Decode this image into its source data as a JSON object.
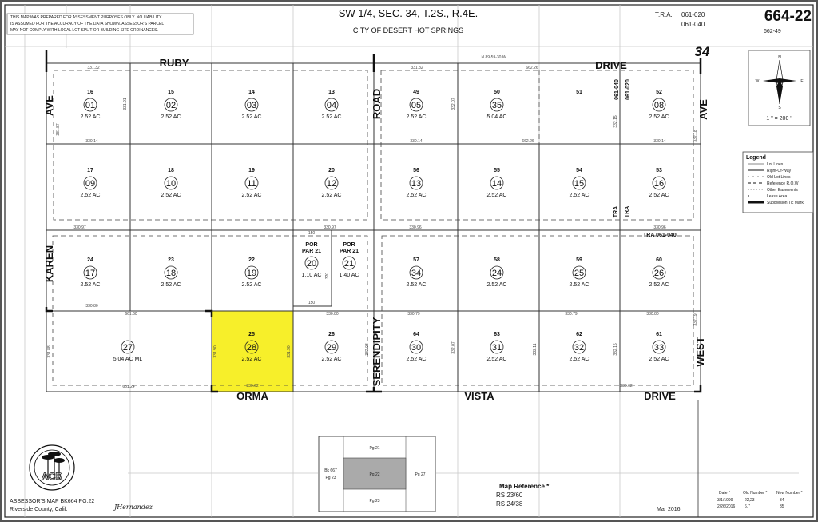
{
  "disclaimer": [
    "THIS MAP WAS PREPARED FOR ASSESSMENT PURPOSES ONLY.  NO LIABILITY",
    "IS ASSUMED FOR THE ACCURACY OF THE DATA SHOWN. ASSESSOR'S PARCEL",
    "MAY NOT COMPLY WITH LOCAL LOT-SPLIT OR BUILDING SITE ORDINANCES."
  ],
  "header": {
    "title": "SW 1/4, SEC. 34, T.2S., R.4E.",
    "city": "CITY OF DESERT HOT SPRINGS",
    "tra_label": "T.R.A.",
    "tra_1": "061-020",
    "tra_2": "061-040",
    "map_number": "664-22",
    "ref_page": "662-49",
    "section": "34"
  },
  "compass": {
    "n": "N",
    "s": "S",
    "e": "E",
    "w": "W",
    "scale": "1 \" = 200 '"
  },
  "streets": {
    "ruby": "RUBY",
    "drive_top": "DRIVE",
    "road": "ROAD",
    "ave_left": "AVE",
    "ave_right": "AVE",
    "karen": "KAREN",
    "serendipity": "SERENDIPITY",
    "west": "WEST",
    "orma": "ORMA",
    "vista": "VISTA",
    "drive_bottom": "DRIVE"
  },
  "tra_labels": {
    "tra_a": "061-040",
    "tra_b": "061-020",
    "tra_c": "TRA",
    "tra_d": "TRA",
    "tra_e": "TRA  061-040"
  },
  "parcels": [
    {
      "lot": "16",
      "parcel": "01",
      "area": "2.52 AC"
    },
    {
      "lot": "15",
      "parcel": "02",
      "area": "2.52 AC"
    },
    {
      "lot": "14",
      "parcel": "03",
      "area": "2.52 AC"
    },
    {
      "lot": "13",
      "parcel": "04",
      "area": "2.52 AC"
    },
    {
      "lot": "49",
      "parcel": "05",
      "area": "2.52 AC"
    },
    {
      "lot": "50",
      "parcel": "35",
      "area": "5.04 AC"
    },
    {
      "lot": "51",
      "parcel": "",
      "area": ""
    },
    {
      "lot": "52",
      "parcel": "08",
      "area": "2.52 AC"
    },
    {
      "lot": "17",
      "parcel": "09",
      "area": "2.52 AC"
    },
    {
      "lot": "18",
      "parcel": "10",
      "area": "2.52 AC"
    },
    {
      "lot": "19",
      "parcel": "11",
      "area": "2.52 AC"
    },
    {
      "lot": "20",
      "parcel": "12",
      "area": "2.52 AC"
    },
    {
      "lot": "56",
      "parcel": "13",
      "area": "2.52 AC"
    },
    {
      "lot": "55",
      "parcel": "14",
      "area": "2.52 AC"
    },
    {
      "lot": "54",
      "parcel": "15",
      "area": "2.52 AC"
    },
    {
      "lot": "53",
      "parcel": "16",
      "area": "2.52 AC"
    },
    {
      "lot": "24",
      "parcel": "17",
      "area": "2.52 AC"
    },
    {
      "lot": "23",
      "parcel": "18",
      "area": "2.52 AC"
    },
    {
      "lot": "22",
      "parcel": "19",
      "area": "2.52 AC"
    },
    {
      "lot": "POR PAR 21",
      "parcel": "20",
      "area": "1.10 AC"
    },
    {
      "lot": "POR PAR 21",
      "parcel": "21",
      "area": "1.40 AC"
    },
    {
      "lot": "57",
      "parcel": "34",
      "area": "2.52 AC"
    },
    {
      "lot": "58",
      "parcel": "24",
      "area": "2.52 AC"
    },
    {
      "lot": "59",
      "parcel": "25",
      "area": "2.52 AC"
    },
    {
      "lot": "60",
      "parcel": "26",
      "area": "2.52 AC"
    },
    {
      "lot": "",
      "parcel": "27",
      "area": "5.04 AC ML"
    },
    {
      "lot": "25",
      "parcel": "28",
      "area": "2.52 AC",
      "highlighted": true
    },
    {
      "lot": "26",
      "parcel": "29",
      "area": "2.52 AC"
    },
    {
      "lot": "64",
      "parcel": "30",
      "area": "2.52 AC"
    },
    {
      "lot": "63",
      "parcel": "31",
      "area": "2.52 AC"
    },
    {
      "lot": "62",
      "parcel": "32",
      "area": "2.52 AC"
    },
    {
      "lot": "61",
      "parcel": "33",
      "area": "2.52 AC"
    }
  ],
  "highlight_color": "#f7ef2a",
  "dimensions": [
    "331.32",
    "331.32",
    "N 89-59-30 W",
    "662.26",
    "330.14",
    "330.14",
    "662.26",
    "330.14",
    "330.97",
    "330.97",
    "330.96",
    "330.96",
    "330.80",
    "661.60",
    "330.80",
    "330.79",
    "330.79",
    "330.80",
    "661.24",
    "330.62",
    "330.62",
    "150",
    "150",
    "320",
    "331.91",
    "331.87",
    "331.88",
    "332.07",
    "332.15",
    "332.11",
    "332.07",
    "332.15",
    "331.90",
    "331.90",
    "332.03",
    "332.18",
    "332.19"
  ],
  "legend": {
    "title": "Legend",
    "items": [
      "Lot Lines",
      "Right-Of-Way",
      "Old Lot Lines",
      "Reference R.O.W",
      "Other Easements",
      "Lease Area",
      "Subdivision Tic Mark"
    ]
  },
  "index_map": {
    "top": "Pg 21",
    "center": "Pg 22",
    "bottom": "Pg 23",
    "right": "Pg 27",
    "left_1": "Bk 667",
    "left_2": "Pg 23"
  },
  "map_reference": {
    "title": "Map Reference *",
    "refs": [
      "RS  23/60",
      "RS  24/38"
    ]
  },
  "date": "Mar 2016",
  "change_table": {
    "headers": [
      "Date *",
      "Old Number *",
      "New Number *"
    ],
    "rows": [
      [
        "3/1/1999",
        "22,23",
        "34"
      ],
      [
        "2/26/2016",
        "6,7",
        "35"
      ]
    ]
  },
  "footer": {
    "line1": "ASSESSOR'S MAP BK664 PG.22",
    "line2": "Riverside County, Calif.",
    "signature": "JHernandez"
  },
  "seal_text": "ACR"
}
